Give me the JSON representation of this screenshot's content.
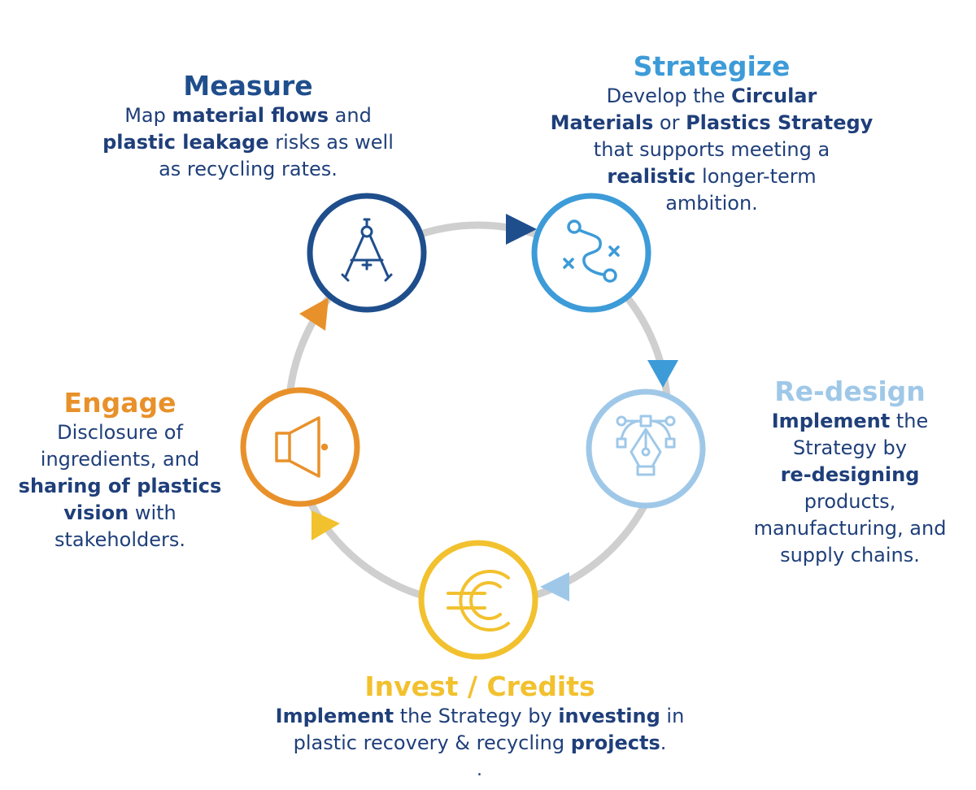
{
  "colors": {
    "ring": "#cfcfcf",
    "measure": "#1f4e8c",
    "strategize": "#3d9bd8",
    "redesign": "#9fc8e8",
    "invest": "#f2c12e",
    "engage": "#e8912a",
    "text": "#1f3f7a"
  },
  "steps": [
    {
      "key": "measure",
      "icon": "drafting-compass-icon",
      "title": "Measure",
      "lines": [
        [
          {
            "t": "Map "
          },
          {
            "t": "material flows",
            "b": true
          },
          {
            "t": " and"
          }
        ],
        [
          {
            "t": "plastic leakage",
            "b": true
          },
          {
            "t": " risks as well"
          }
        ],
        [
          {
            "t": "as recycling rates."
          }
        ]
      ]
    },
    {
      "key": "strategize",
      "icon": "route-path-icon",
      "title": "Strategize",
      "lines": [
        [
          {
            "t": "Develop the "
          },
          {
            "t": "Circular",
            "b": true
          }
        ],
        [
          {
            "t": "Materials",
            "b": true
          },
          {
            "t": " or "
          },
          {
            "t": "Plastics Strategy",
            "b": true
          }
        ],
        [
          {
            "t": "that supports meeting a"
          }
        ],
        [
          {
            "t": "realistic",
            "b": true
          },
          {
            "t": " longer-term"
          }
        ],
        [
          {
            "t": "ambition."
          }
        ]
      ]
    },
    {
      "key": "redesign",
      "icon": "pen-tool-icon",
      "title": "Re-design",
      "lines": [
        [
          {
            "t": "Implement",
            "b": true
          },
          {
            "t": " the"
          }
        ],
        [
          {
            "t": "Strategy by"
          }
        ],
        [
          {
            "t": "re-designing",
            "b": true
          }
        ],
        [
          {
            "t": "products,"
          }
        ],
        [
          {
            "t": "manufacturing, and"
          }
        ],
        [
          {
            "t": "supply chains."
          }
        ]
      ]
    },
    {
      "key": "invest",
      "icon": "euro-icon",
      "title": "Invest / Credits",
      "lines": [
        [
          {
            "t": "Implement",
            "b": true
          },
          {
            "t": " the Strategy by "
          },
          {
            "t": "investing",
            "b": true
          },
          {
            "t": " in"
          }
        ],
        [
          {
            "t": "plastic recovery & recycling "
          },
          {
            "t": "projects",
            "b": true
          },
          {
            "t": "."
          }
        ]
      ]
    },
    {
      "key": "engage",
      "icon": "speaker-icon",
      "title": "Engage",
      "lines": [
        [
          {
            "t": "Disclosure of"
          }
        ],
        [
          {
            "t": "ingredients, and"
          }
        ],
        [
          {
            "t": "sharing of plastics",
            "b": true
          }
        ],
        [
          {
            "t": "vision",
            "b": true
          },
          {
            "t": " with"
          }
        ],
        [
          {
            "t": "stakeholders."
          }
        ]
      ]
    }
  ],
  "trailing_dot": "."
}
